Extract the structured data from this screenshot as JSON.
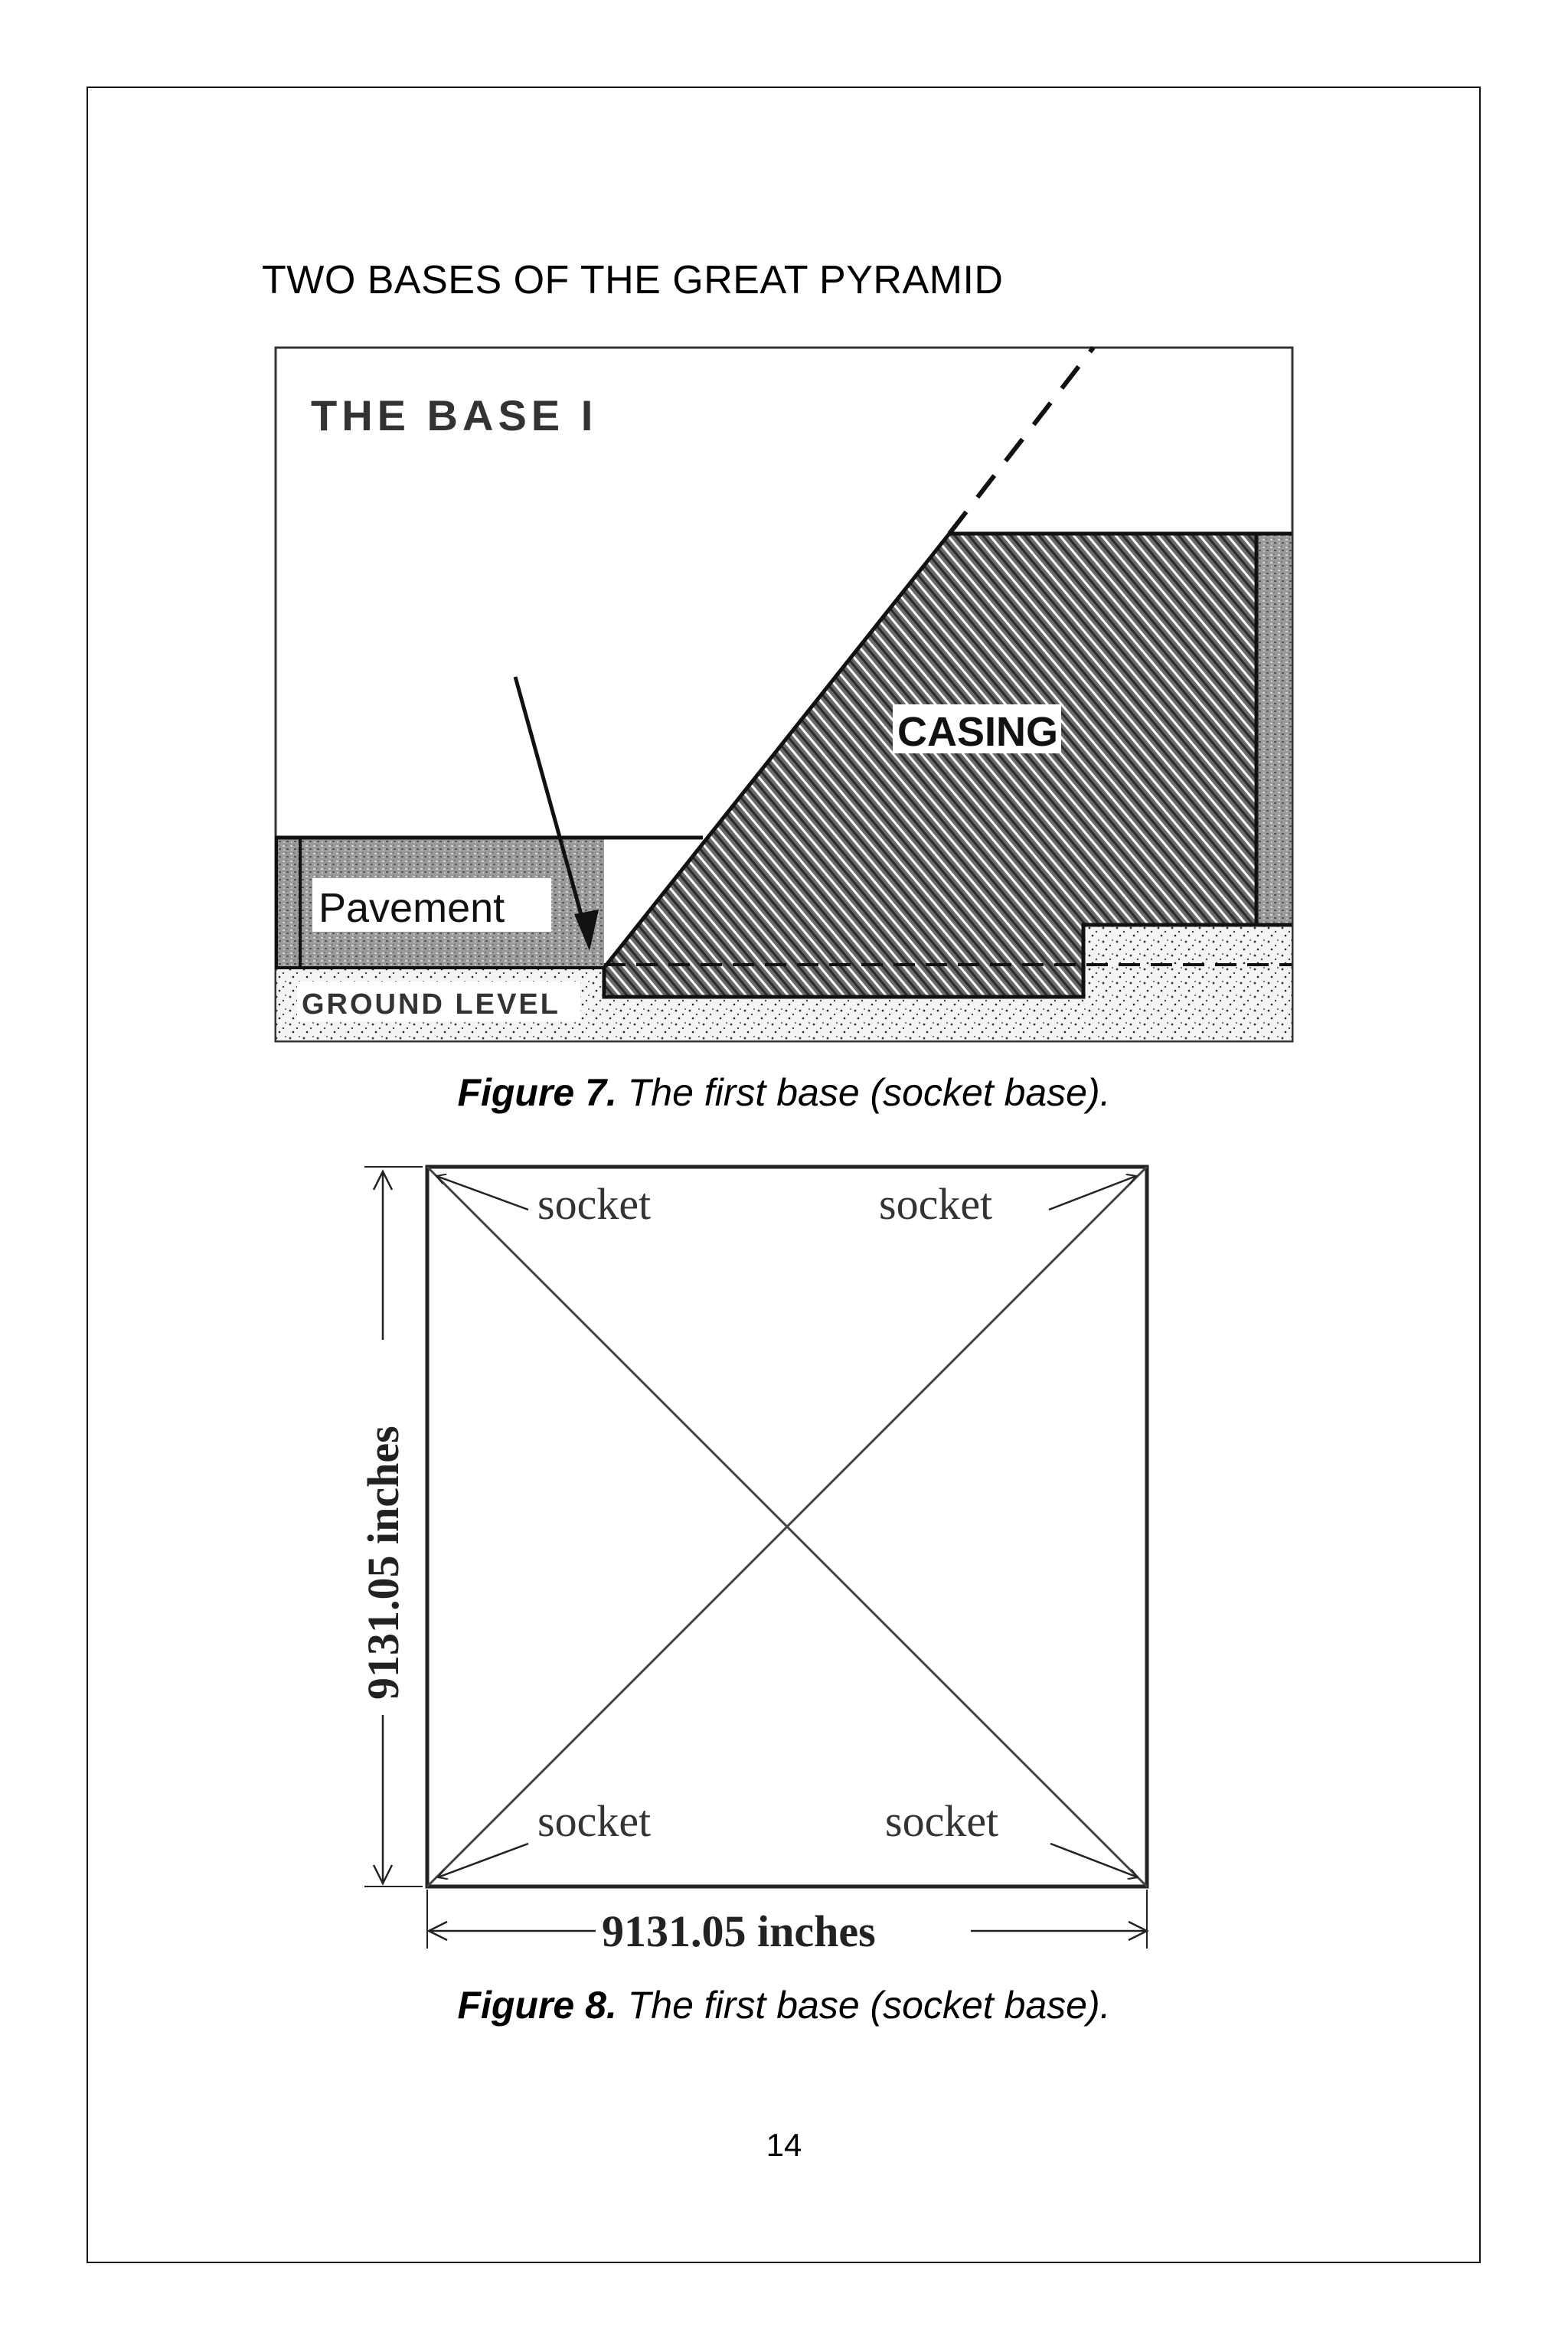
{
  "page": {
    "title": "TWO BASES OF THE GREAT PYRAMID",
    "page_number": "14"
  },
  "figure7": {
    "heading": "THE BASE I",
    "label_casing": "CASING",
    "label_pavement": "Pavement",
    "label_ground": "GROUND LEVEL",
    "caption_num": "Figure 7.",
    "caption_text": " The first base (socket base)."
  },
  "figure8": {
    "socket_top_left": "socket",
    "socket_top_right": "socket",
    "socket_bottom_left": "socket",
    "socket_bottom_right": "socket",
    "side_label": "9131.05 inches",
    "bottom_label": "9131.05 inches",
    "caption_num": "Figure 8.",
    "caption_text": " The first base (socket base)."
  }
}
